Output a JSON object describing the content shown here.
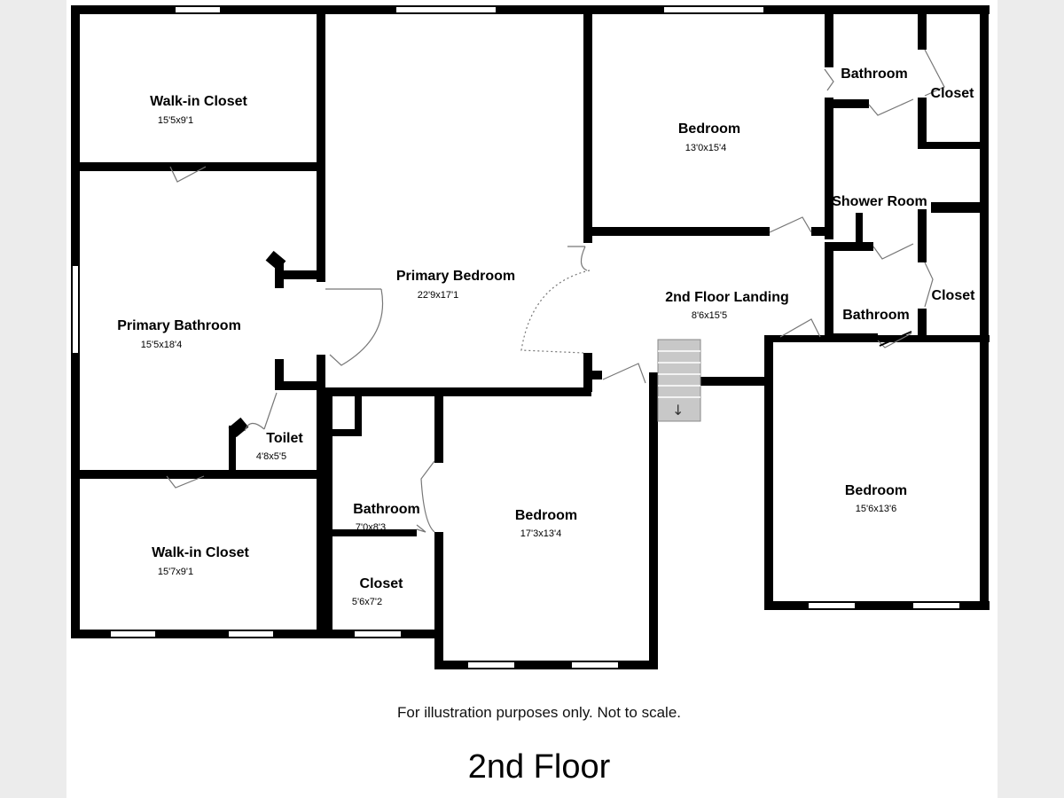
{
  "rooms": [
    {
      "id": "walkin-closet-top",
      "name": "Walk-in Closet",
      "dim": "15'5x9'1"
    },
    {
      "id": "primary-bathroom",
      "name": "Primary Bathroom",
      "dim": "15'5x18'4"
    },
    {
      "id": "toilet",
      "name": "Toilet",
      "dim": "4'8x5'5"
    },
    {
      "id": "walkin-closet-bottom",
      "name": "Walk-in Closet",
      "dim": "15'7x9'1"
    },
    {
      "id": "primary-bedroom",
      "name": "Primary Bedroom",
      "dim": "22'9x17'1"
    },
    {
      "id": "bathroom-center",
      "name": "Bathroom",
      "dim": "7'0x8'3"
    },
    {
      "id": "closet-center",
      "name": "Closet",
      "dim": "5'6x7'2"
    },
    {
      "id": "bedroom-center",
      "name": "Bedroom",
      "dim": "17'3x13'4"
    },
    {
      "id": "bedroom-top",
      "name": "Bedroom",
      "dim": "13'0x15'4"
    },
    {
      "id": "landing",
      "name": "2nd Floor Landing",
      "dim": "8'6x15'5"
    },
    {
      "id": "bedroom-right",
      "name": "Bedroom",
      "dim": "15'6x13'6"
    },
    {
      "id": "bathroom-top-right",
      "name": "Bathroom",
      "dim": ""
    },
    {
      "id": "closet-top-right",
      "name": "Closet",
      "dim": ""
    },
    {
      "id": "shower-room",
      "name": "Shower Room",
      "dim": ""
    },
    {
      "id": "closet-mid-right",
      "name": "Closet",
      "dim": ""
    },
    {
      "id": "bathroom-mid-right",
      "name": "Bathroom",
      "dim": ""
    }
  ],
  "stairs": {
    "arrow": "↓"
  },
  "disclaimer": "For illustration purposes only. Not to scale.",
  "floor_label": "2nd Floor",
  "colors": {
    "wall": "#000000",
    "background": "#ffffff",
    "page_margin": "#ececec",
    "stairs": "#c8c8c8"
  }
}
